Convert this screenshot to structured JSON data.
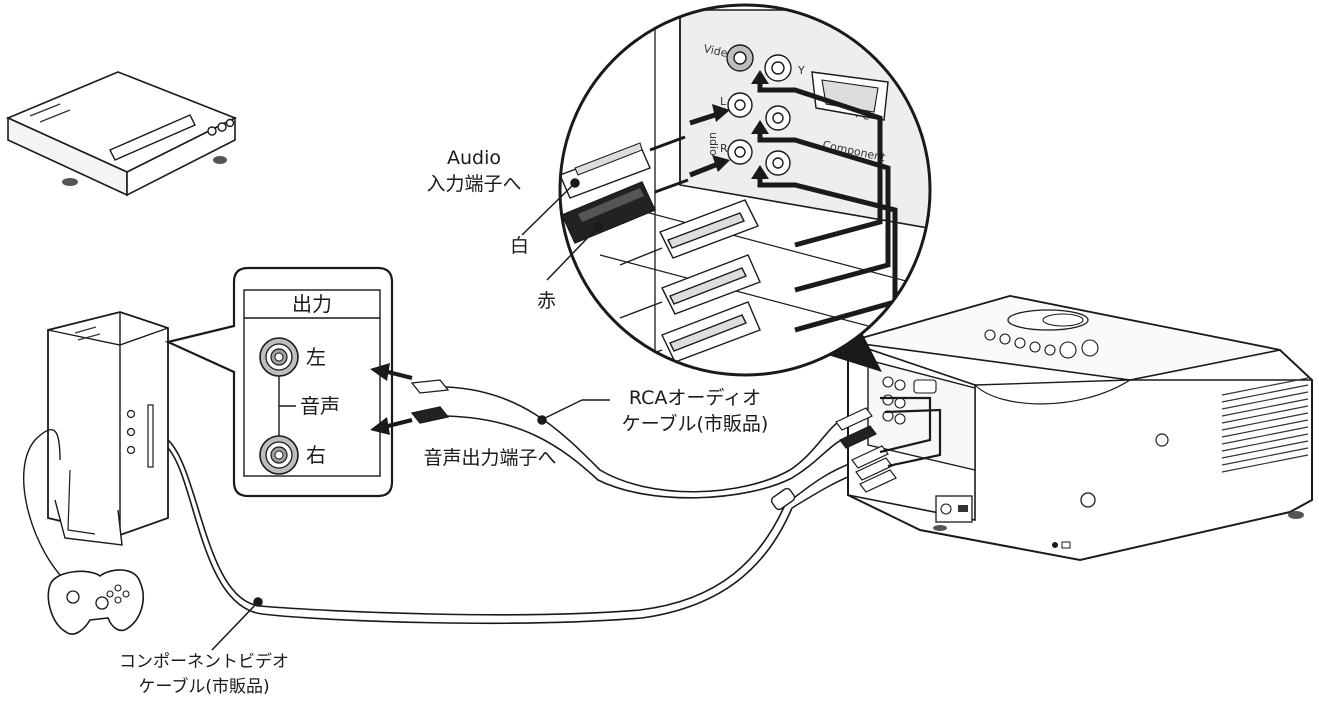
{
  "labels": {
    "audio_line1": "Audio",
    "audio_line2": "入力端子へ",
    "white": "白",
    "red": "赤",
    "rca_line1": "RCAオーディオ",
    "rca_line2": "ケーブル(市販品)",
    "audio_out": "音声出力端子へ",
    "component_line1": "コンポーネントビデオ",
    "component_line2": "ケーブル(市販品)"
  },
  "output_panel": {
    "title": "出力",
    "left": "左",
    "audio": "音声",
    "right": "右"
  },
  "projector_ports": {
    "video": "Video",
    "y": "Y",
    "pc": "PC",
    "component": "Component",
    "audio_l": "L",
    "audio_r": "R",
    "audio_side": "udio"
  }
}
